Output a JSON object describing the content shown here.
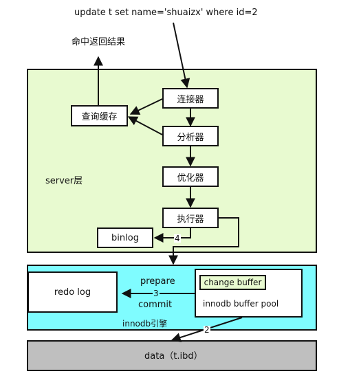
{
  "sql_statement": "update t set name='shuaizx'  where id=2",
  "cache_hit_label": "命中返回结果",
  "server_layer": {
    "label": "server层",
    "connector": "连接器",
    "query_cache": "查询缓存",
    "analyzer": "分析器",
    "optimizer": "优化器",
    "executor": "执行器",
    "binlog": "binlog"
  },
  "innodb_layer": {
    "label": "innodb引擎",
    "redo_log": "redo log",
    "prepare": "prepare",
    "commit": "commit",
    "change_buffer": "change buffer",
    "buffer_pool": "innodb buffer pool"
  },
  "data_layer": {
    "label": "data（t.ibd）"
  },
  "steps": {
    "step2": "2",
    "step3": "3",
    "step4": "4"
  },
  "colors": {
    "server_bg": "#e8fad0",
    "innodb_bg": "#7ffcff",
    "data_bg": "#bfbfbf",
    "change_buffer_bg": "#e8fad0"
  }
}
